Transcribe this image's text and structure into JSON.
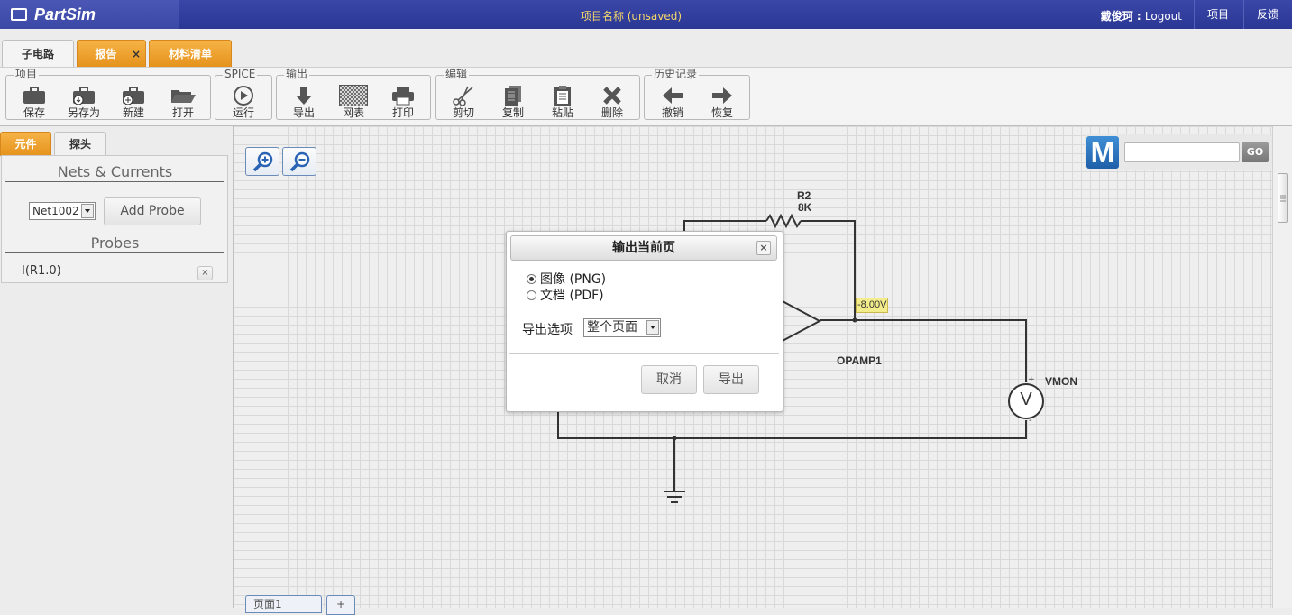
{
  "app": {
    "logo_text": "PartSim",
    "project_title": "项目名称 (unsaved)",
    "user_name": "戴俊珂",
    "user_sep": " : ",
    "logout": "Logout",
    "projects_link": "项目",
    "feedback_link": "反馈"
  },
  "tabs": [
    {
      "label": "子电路",
      "active": true
    },
    {
      "label": "报告",
      "closable": true,
      "close_glyph": "×"
    },
    {
      "label": "材料清单"
    }
  ],
  "toolbar": {
    "groups": [
      {
        "legend": "项目",
        "tools": [
          {
            "label": "保存",
            "icon": "briefcase-icon"
          },
          {
            "label": "另存为",
            "icon": "briefcase-download-icon"
          },
          {
            "label": "新建",
            "icon": "briefcase-plus-icon"
          },
          {
            "label": "打开",
            "icon": "folder-open-icon"
          }
        ]
      },
      {
        "legend": "SPICE",
        "tools": [
          {
            "label": "运行",
            "icon": "play-circle-icon"
          }
        ]
      },
      {
        "legend": "输出",
        "tools": [
          {
            "label": "导出",
            "icon": "arrow-down-icon"
          },
          {
            "label": "网表",
            "icon": "netlist-grid-icon"
          },
          {
            "label": "打印",
            "icon": "printer-icon"
          }
        ]
      },
      {
        "legend": "编辑",
        "tools": [
          {
            "label": "剪切",
            "icon": "scissors-icon"
          },
          {
            "label": "复制",
            "icon": "copy-icon"
          },
          {
            "label": "粘贴",
            "icon": "paste-icon"
          },
          {
            "label": "删除",
            "icon": "delete-x-icon"
          }
        ]
      },
      {
        "legend": "历史记录",
        "tools": [
          {
            "label": "撤销",
            "icon": "arrow-left-icon"
          },
          {
            "label": "恢复",
            "icon": "arrow-right-icon"
          }
        ]
      }
    ]
  },
  "left_panel": {
    "tabs": [
      {
        "label": "元件"
      },
      {
        "label": "探头",
        "active": true
      }
    ],
    "nets_title": "Nets & Currents",
    "net_select": "Net1002",
    "add_probe": "Add Probe",
    "probes_title": "Probes",
    "probes": [
      {
        "label": "I(R1.0)",
        "remove": "×"
      }
    ]
  },
  "search": {
    "logo_letter": "M",
    "go_label": "GO"
  },
  "schematic": {
    "r2_name": "R2",
    "r2_value": "8K",
    "voltage_label": "-8.00V",
    "opamp_name": "OPAMP1",
    "meter_name": "VMON",
    "meter_symbol": "V",
    "plus_sign": "+",
    "minus_sign": "-"
  },
  "page_tabs": {
    "page": "页面1",
    "add": "+"
  },
  "dialog": {
    "title": "输出当前页",
    "close": "×",
    "options": [
      {
        "label": "图像 (PNG)",
        "selected": true
      },
      {
        "label": "文档 (PDF)",
        "selected": false
      }
    ],
    "export_option_label": "导出选项",
    "export_option_value": "整个页面",
    "cancel": "取消",
    "export": "导出"
  },
  "colors": {
    "header": "#2f3b9c",
    "accent_orange": "#e99a26",
    "title_yellow": "#f6d86a",
    "voltage_tag": "#f3ec8a"
  }
}
